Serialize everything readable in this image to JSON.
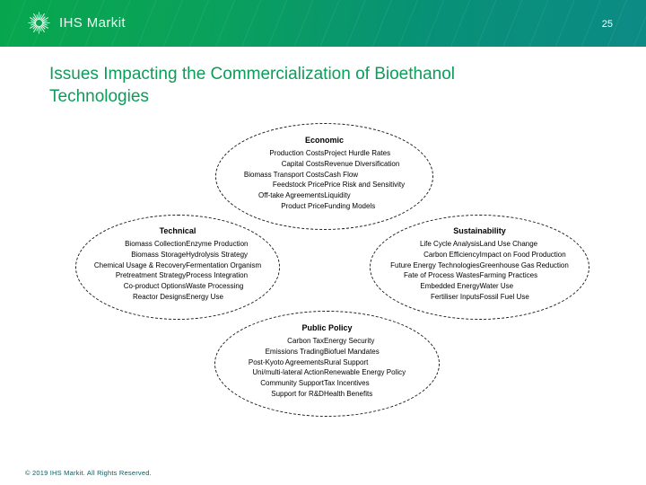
{
  "header": {
    "logo_text": "IHS Markit",
    "page_number": "25",
    "gradient_left": "#07A64E",
    "gradient_right": "#0C8B85"
  },
  "title": "Issues Impacting the Commercialization of Bioethanol Technologies",
  "title_color": "#0D9C59",
  "diagram": {
    "groups": [
      {
        "name": "Economic",
        "left": [
          "Production Costs",
          "Capital Costs",
          "Biomass Transport Costs",
          "Feedstock Price",
          "Off-take Agreements",
          "Product Price"
        ],
        "right": [
          "Project Hurdle Rates",
          "Revenue Diversification",
          "Cash Flow",
          "Price Risk and Sensitivity",
          "Liquidity",
          "Funding Models"
        ]
      },
      {
        "name": "Technical",
        "left": [
          "Biomass Collection",
          "Biomass Storage",
          "Chemical Usage & Recovery",
          "Pretreatment Strategy",
          "Co-product Options",
          "Reactor Designs"
        ],
        "right": [
          "Enzyme Production",
          "Hydrolysis Strategy",
          "Fermentation Organism",
          "Process Integration",
          "Waste Processing",
          "Energy Use"
        ]
      },
      {
        "name": "Sustainability",
        "left": [
          "Life Cycle Analysis",
          "Carbon Efficiency",
          "Future Energy Technologies",
          "Fate of Process Wastes",
          "Embedded Energy",
          "Fertiliser Inputs"
        ],
        "right": [
          "Land Use Change",
          "Impact on Food Production",
          "Greenhouse Gas Reduction",
          "Farming Practices",
          "Water Use",
          "Fossil Fuel Use"
        ]
      },
      {
        "name": "Public Policy",
        "left": [
          "Carbon Tax",
          "Emissions Trading",
          "Post-Kyoto Agreements",
          "Uni/multi-lateral Action",
          "Community Support",
          "Support for R&D"
        ],
        "right": [
          "Energy Security",
          "Biofuel Mandates",
          "Rural Support",
          "Renewable Energy Policy",
          "Tax Incentives",
          "Health Benefits"
        ]
      }
    ]
  },
  "footer": {
    "copyright": "© 2019 IHS Markit. All Rights Reserved."
  }
}
